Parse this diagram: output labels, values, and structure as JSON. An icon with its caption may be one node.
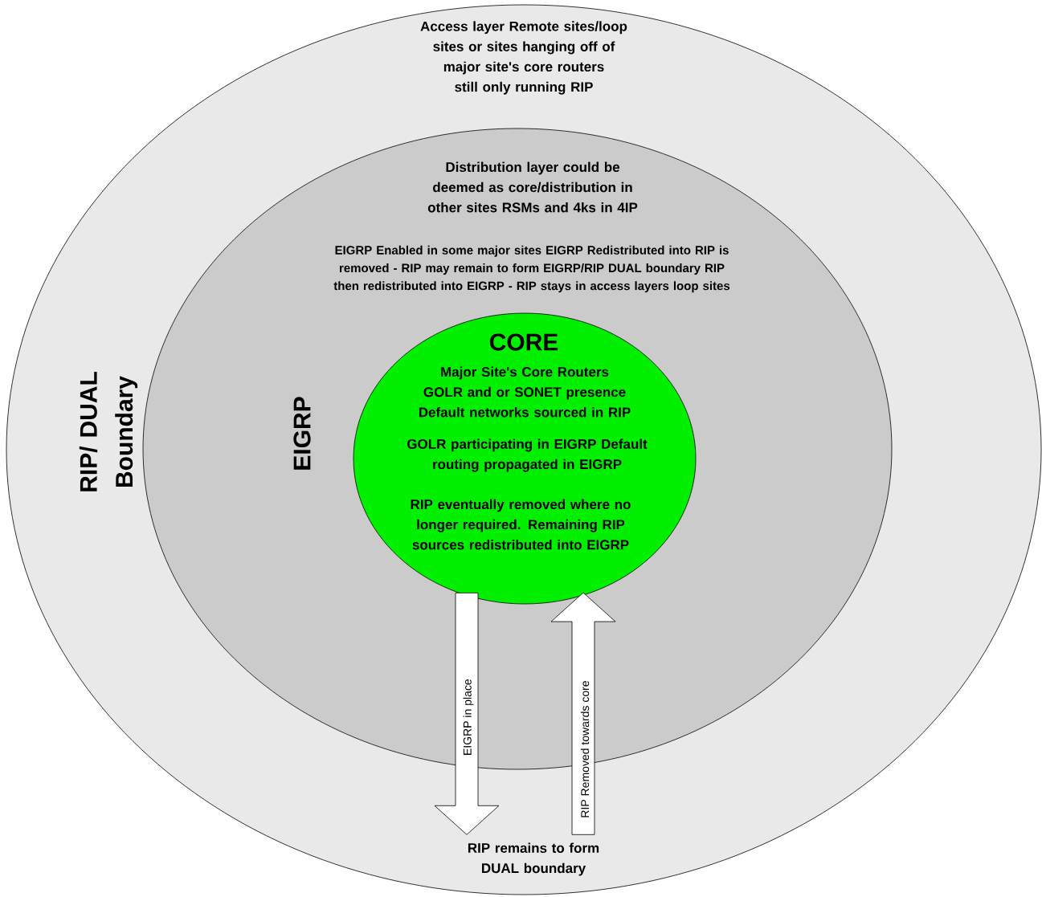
{
  "diagram": {
    "nodes": [
      {
        "text": [
          "Access layer Remote sites/loop sites or sites hanging off of major site's core routers still only running RIP",
          "RIP/ DUAL Boundary"
        ]
      },
      {
        "text": [
          "Distribution layer could be deemed as core/distribution in other sites RSMs and 4ks in 4IP",
          "EIGRP Enabled in some major sites EIGRP Redistributed into RIP is removed - RIP may remain to form EIGRP/RIP DUAL boundary RIP then redistributed into EIGRP - RIP stays in access layers loop sites",
          "EIGRP"
        ],
        "in": 0
      },
      {
        "text": [
          "CORE",
          "Major Site's Core Routers GOLR and or SONET presence Default networks sourced in RIP",
          "GOLR participating in EIGRP Default routing propagated in EIGRP",
          "RIP eventually removed where no longer required. Remaining RIP sources redistributed  into EIGRP"
        ],
        "in": 1
      },
      {
        "text": [
          "RIP remains to form DUAL boundary"
        ],
        "in": 0
      }
    ],
    "edges": [
      {
        "from": 2,
        "to": 3,
        "arrow": "to",
        "label": "EIGRP in place"
      },
      {
        "from": 3,
        "to": 2,
        "arrow": "to",
        "label": "RIP Removed towards core"
      }
    ]
  }
}
